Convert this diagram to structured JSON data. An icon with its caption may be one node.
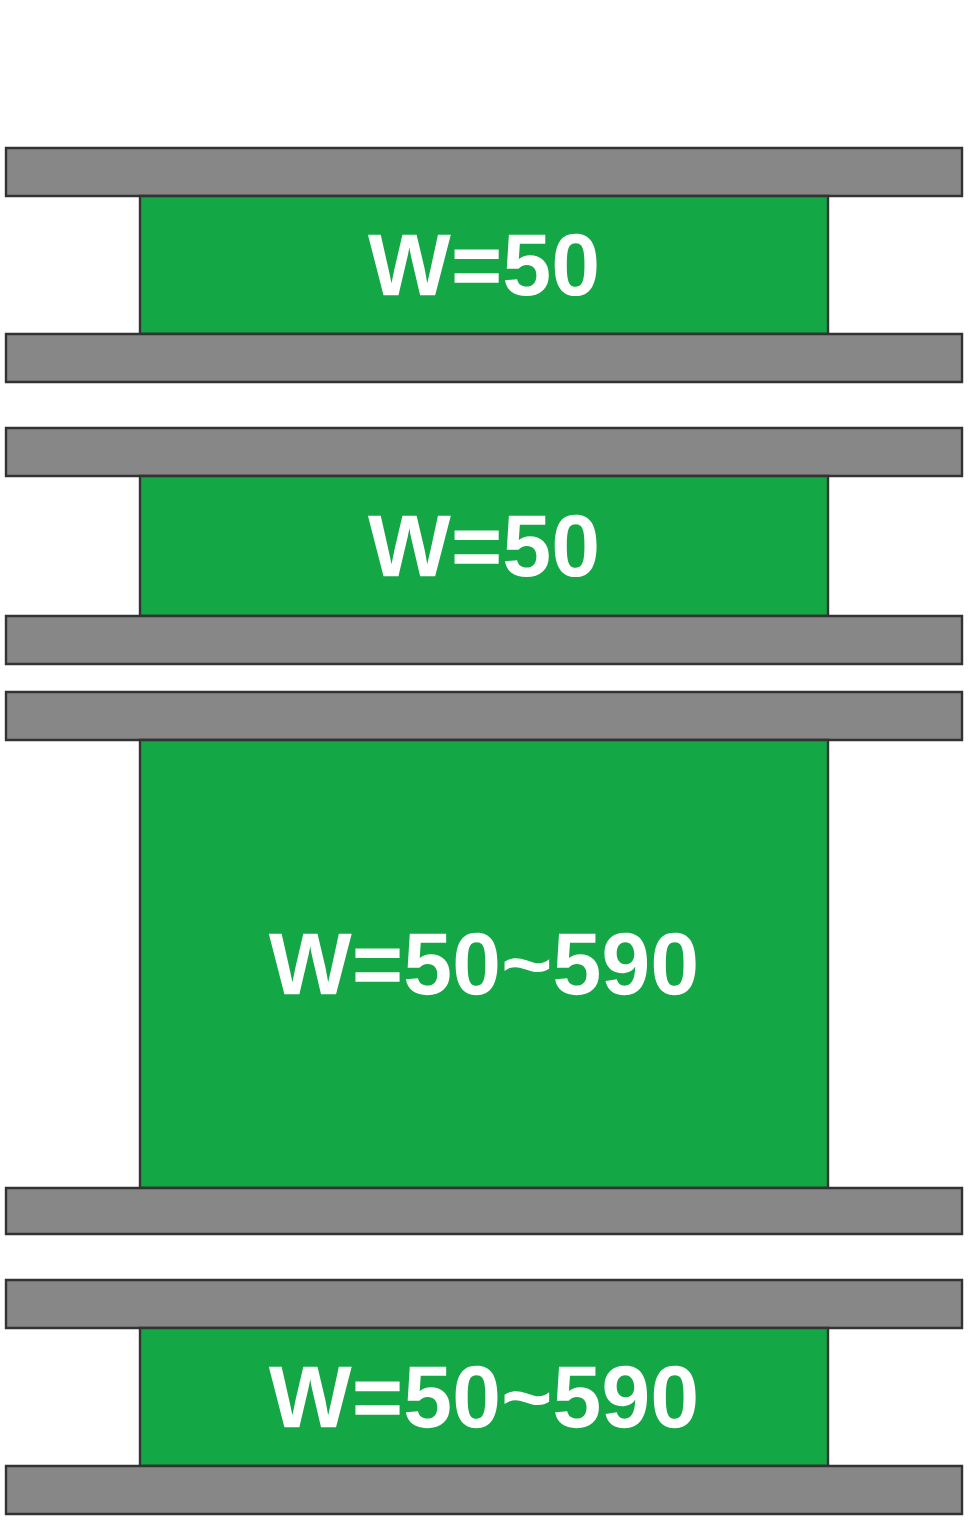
{
  "diagram": {
    "nodes": [
      {
        "text": [],
        "shape": "bar"
      },
      {
        "text": [
          "W=50"
        ]
      },
      {
        "text": [],
        "shape": "bar"
      },
      {
        "text": [],
        "shape": "bar"
      },
      {
        "text": [
          "W=50"
        ]
      },
      {
        "text": [],
        "shape": "bar"
      },
      {
        "text": [],
        "shape": "bar"
      },
      {
        "text": [
          "W=50~590"
        ]
      },
      {
        "text": [],
        "shape": "bar"
      },
      {
        "text": [],
        "shape": "bar"
      },
      {
        "text": [
          "W=50~590"
        ]
      },
      {
        "text": [],
        "shape": "bar"
      }
    ]
  }
}
